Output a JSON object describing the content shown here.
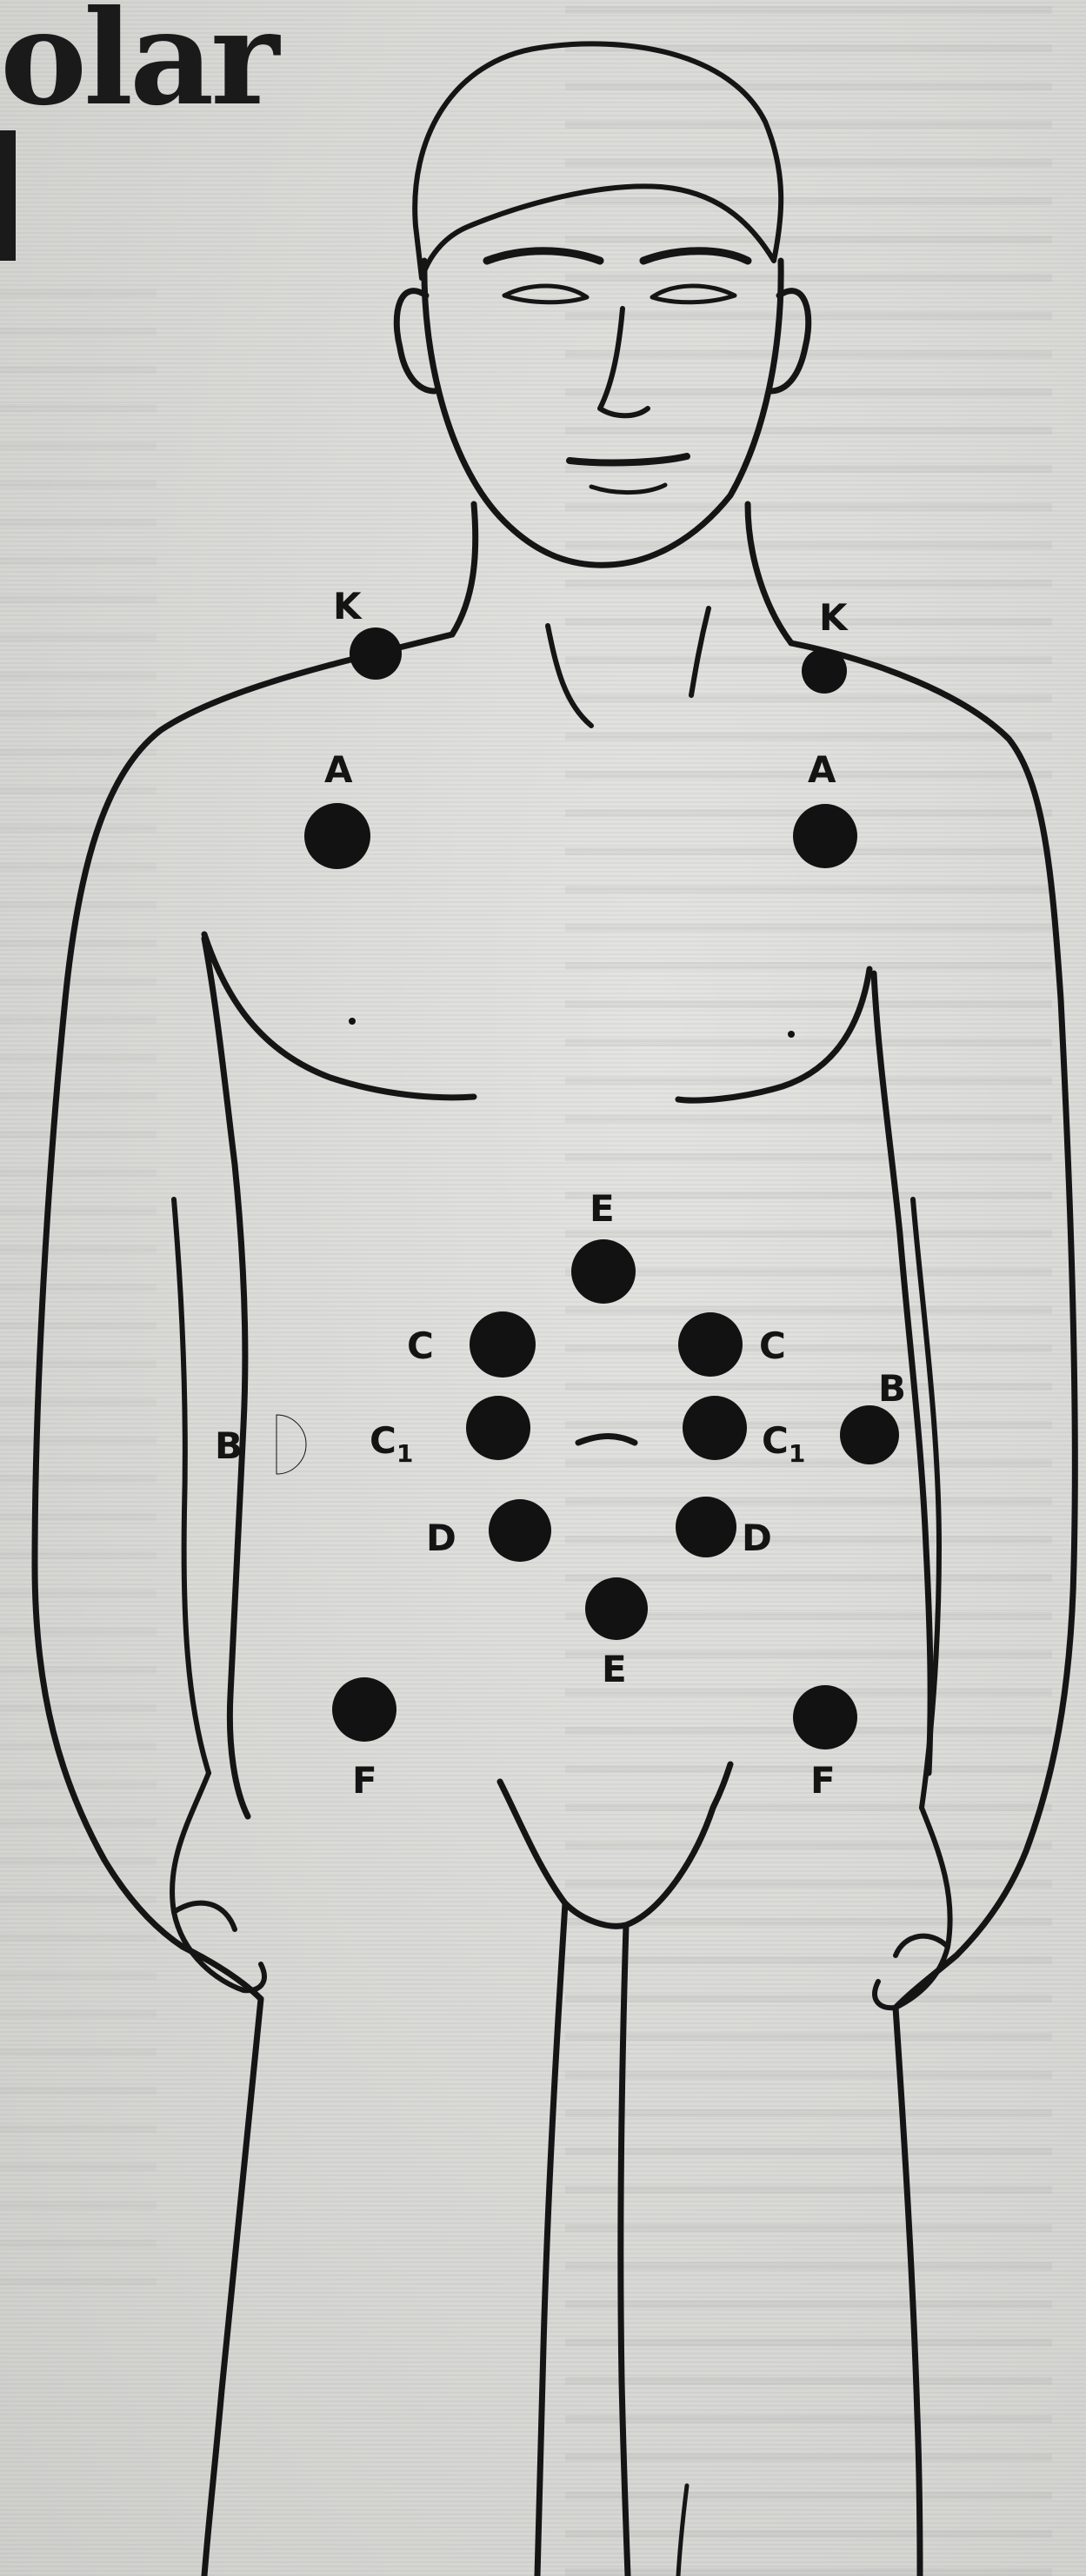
{
  "headline": {
    "line1": "olar"
  },
  "points": [
    {
      "id": "k-left",
      "label": "K"
    },
    {
      "id": "k-right",
      "label": "K"
    },
    {
      "id": "a-left",
      "label": "A"
    },
    {
      "id": "a-right",
      "label": "A"
    },
    {
      "id": "e-upper",
      "label": "E"
    },
    {
      "id": "c-left",
      "label": "C"
    },
    {
      "id": "c-right",
      "label": "C"
    },
    {
      "id": "b-left",
      "label": "B"
    },
    {
      "id": "b-right",
      "label": "B"
    },
    {
      "id": "c1-left",
      "label": "C",
      "sub": "1"
    },
    {
      "id": "c1-right",
      "label": "C",
      "sub": "1"
    },
    {
      "id": "d-left",
      "label": "D"
    },
    {
      "id": "d-right",
      "label": "D"
    },
    {
      "id": "e-lower",
      "label": "E"
    },
    {
      "id": "f-left",
      "label": "F"
    },
    {
      "id": "f-right",
      "label": "F"
    }
  ],
  "colors": {
    "ink": "#151515",
    "paper": "#dcdcda"
  }
}
